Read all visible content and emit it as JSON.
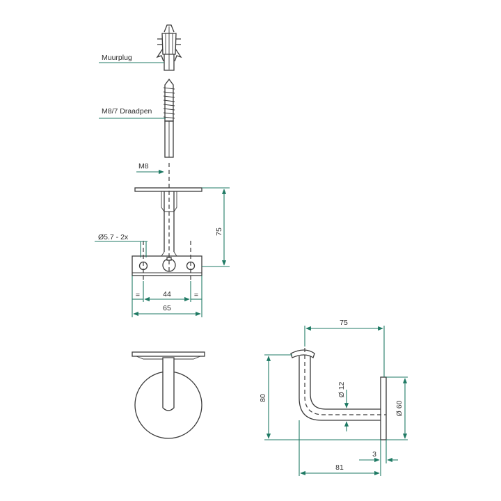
{
  "labels": {
    "wall_plug": "Muurplug",
    "threaded_pin": "M8/7 Draadpen",
    "thread_size": "M8",
    "hole_spec": "Ø5.7 - 2x"
  },
  "dimensions": {
    "height_front": "75",
    "hole_spacing": "44",
    "plate_width": "65",
    "equal_left": "=",
    "equal_right": "=",
    "reach_top": "75",
    "height_side": "80",
    "tube_diameter": "Ø 12",
    "rosette_diameter": "Ø 60",
    "plate_thickness": "3",
    "reach_bottom": "81"
  },
  "colors": {
    "dimension_lines": "#1f7a64",
    "outline": "#3a3a3a"
  }
}
